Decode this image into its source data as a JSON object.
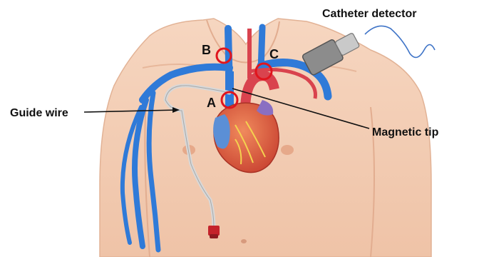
{
  "labels": {
    "catheter_detector": "Catheter detector",
    "guide_wire": "Guide wire",
    "magnetic_tip": "Magnetic tip",
    "marker_a": "A",
    "marker_b": "B",
    "marker_c": "C"
  },
  "colors": {
    "skin": "#f3cdb4",
    "skin_shadow": "#e3ab8d",
    "vein_blue": "#2f7ad8",
    "artery_red": "#d9434e",
    "heart": "#d9584a",
    "marker_ring": "#e0151d",
    "catheter": "#d8d8d8",
    "detector": "#8c8c8c"
  }
}
